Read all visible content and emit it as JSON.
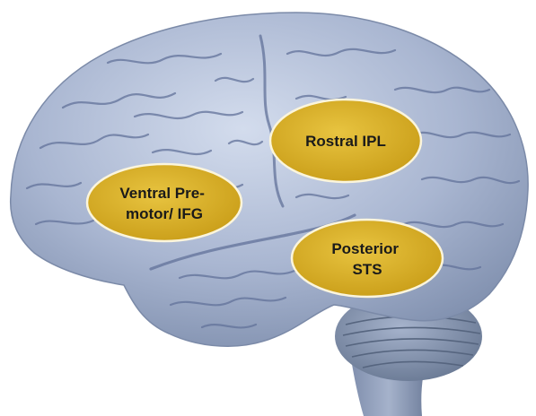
{
  "regions": [
    {
      "id": "ventral-premotor",
      "lines": [
        "Ventral Pre-",
        "motor/ IFG"
      ]
    },
    {
      "id": "rostral-ipl",
      "lines": [
        "Rostral IPL"
      ]
    },
    {
      "id": "posterior-sts",
      "lines": [
        "Posterior",
        "STS"
      ]
    }
  ],
  "colors": {
    "background": "#ffffff",
    "brain_light": "#c9d3e6",
    "brain_mid": "#a3b1cd",
    "brain_dark": "#6e7f9f",
    "sulcus": "#5f6f92",
    "region_fill": "#d4aa22",
    "region_fill_light": "#e6c03e",
    "region_stroke": "#fbf5dc",
    "label_text": "#1a1a1a"
  }
}
